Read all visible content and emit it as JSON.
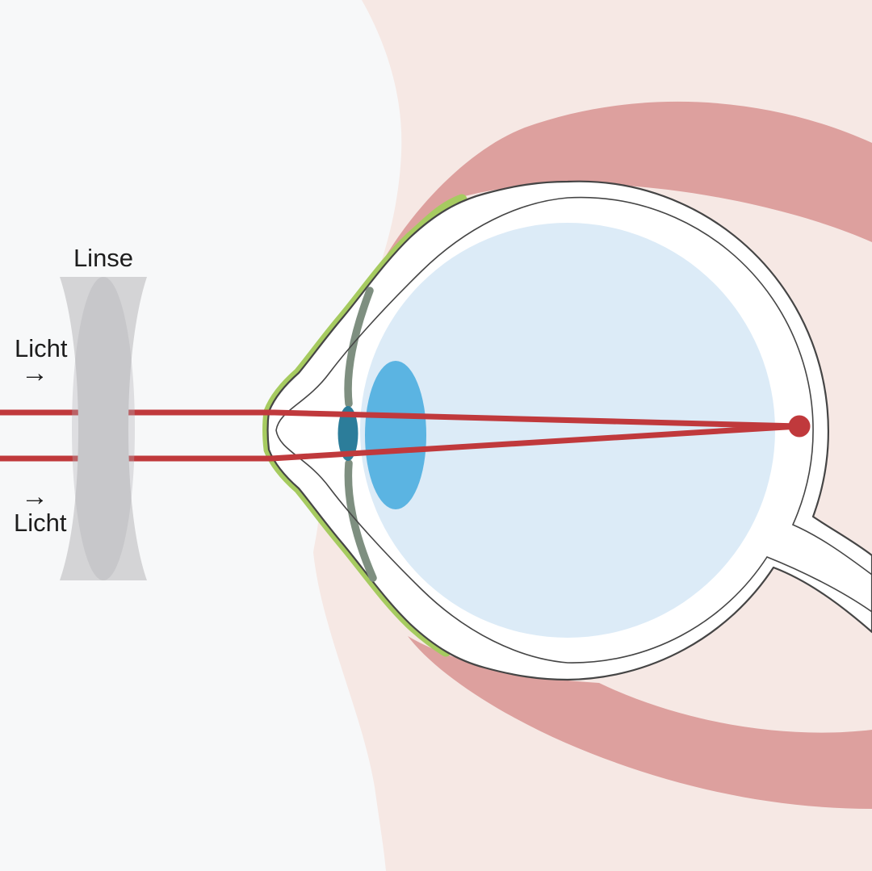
{
  "labels": {
    "lens": "Linse",
    "light_top": "Licht",
    "light_bottom": "Licht",
    "arrow_top": "→",
    "arrow_bottom": "→"
  },
  "colors": {
    "bg_left": "#f7f8f9",
    "skin": "#f6e8e4",
    "muscle_band": "#dda09e",
    "eye_white": "#ffffff",
    "outline": "#454545",
    "vitreous": "#dcebf7",
    "cornea_green": "#a6cb60",
    "iris_gray": "#7e8f80",
    "pupil": "#2c7d9a",
    "eye_lens_blue": "#5bb4e2",
    "ray_red": "#c0393c",
    "spectacle_gray": "#d4d4d6",
    "spectacle_overlay": "rgba(176,176,181,0.35)",
    "text": "#1d1d1d"
  }
}
